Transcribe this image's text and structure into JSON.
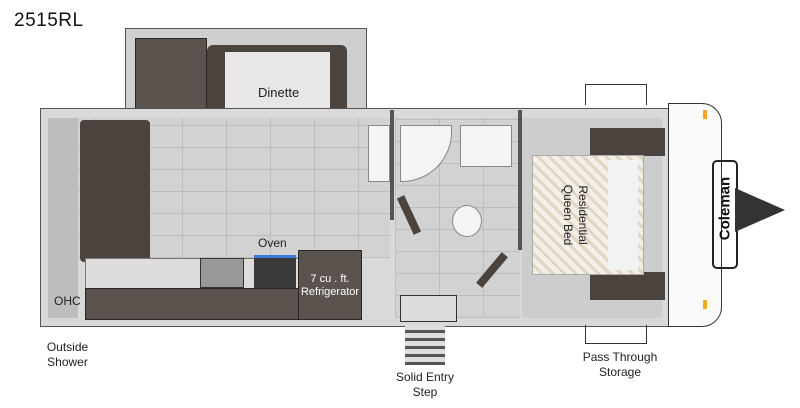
{
  "model": "2515RL",
  "labels": {
    "dinette": "Dinette",
    "oven": "Oven",
    "fridge_line1": "7 cu . ft.",
    "fridge_line2": "Refrigerator",
    "bed_line1": "Residential",
    "bed_line2": "Queen Bed",
    "ohc": "OHC",
    "outside_shower_line1": "Outside",
    "outside_shower_line2": "Shower",
    "entry_step_line1": "Solid Entry",
    "entry_step_line2": "Step",
    "pass_through_line1": "Pass Through",
    "pass_through_line2": "Storage"
  },
  "brand": "Coleman",
  "colors": {
    "cabinet": "#4a433e",
    "floor": "#d2d2d2",
    "marker": "#f5a623"
  }
}
